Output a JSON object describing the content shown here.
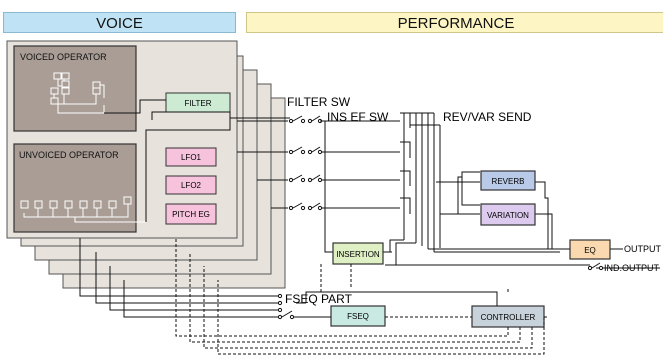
{
  "headers": {
    "voice": "VOICE",
    "performance": "PERFORMANCE"
  },
  "operators": {
    "voiced": "VOICED OPERATOR",
    "unvoiced": "UNVOICED OPERATOR"
  },
  "blocks": {
    "filter": "FILTER",
    "lfo1": "LFO1",
    "lfo2": "LFO2",
    "pitch_eg": "PITCH EG",
    "reverb": "REVERB",
    "variation": "VARIATION",
    "insertion": "INSERTION",
    "eq": "EQ",
    "fseq": "FSEQ",
    "controller": "CONTROLLER"
  },
  "labels": {
    "filter_sw": "FILTER SW",
    "ins_ef_sw": "INS EF SW",
    "rev_var_send": "REV/VAR SEND",
    "fseq_part": "FSEQ PART",
    "output": "OUTPUT",
    "ind_output": "IND.OUTPUT"
  },
  "colors": {
    "voice_header": "#bfe3f4",
    "performance_header": "#fdf6c4",
    "operator_fill": "#a99d96",
    "layer_fill": "#e8e2dd",
    "filter_green": "#cdebd3",
    "lfo_pink": "#f6c2dc",
    "effect_blue": "#b9c9e8",
    "variation_purple": "#dccbee",
    "insertion_green": "#dff0c4",
    "eq_orange": "#fbd9b0",
    "fseq_teal": "#c8eae3",
    "controller_gray": "#c7d2da"
  }
}
